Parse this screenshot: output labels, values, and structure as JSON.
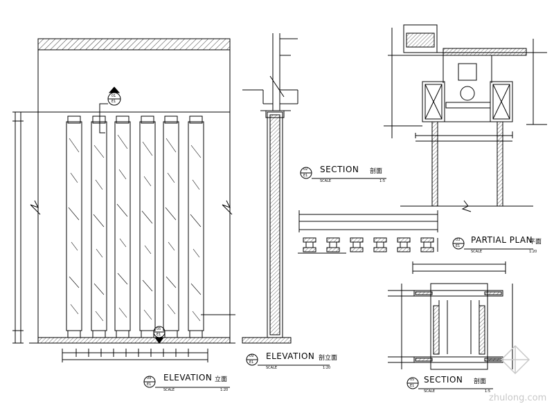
{
  "titles": {
    "elevation_left": {
      "text": "ELEVATION",
      "cn": "立面",
      "ref_top": "09",
      "ref_bot": "E1",
      "scale_word": "SCALE",
      "scale_val": "1:20"
    },
    "elevation_mid": {
      "text": "ELEVATION",
      "cn": "剖立面",
      "ref_top": "09",
      "ref_bot": "E1",
      "scale_word": "SCALE",
      "scale_val": "1:20"
    },
    "section_top": {
      "text": "SECTION",
      "cn": "剖面",
      "ref_top": "02",
      "ref_bot": "E1",
      "scale_word": "SCALE",
      "scale_val": "1:5"
    },
    "partial_plan": {
      "text": "PARTIAL PLAN",
      "cn": "平面",
      "ref_top": "03",
      "ref_bot": "E1",
      "scale_word": "SCALE",
      "scale_val": "1:20"
    },
    "section_bottom": {
      "text": "SECTION",
      "cn": "剖面",
      "ref_top": "05",
      "ref_bot": "E1",
      "scale_word": "SCALE",
      "scale_val": "1:5"
    }
  },
  "markers": {
    "ref_01": "01",
    "ref_05": "05",
    "ref_e1": "E1"
  },
  "watermark": "zhulong.com",
  "colors": {
    "line": "#000000",
    "hatch": "#000000",
    "watermark": "#c8c8c8"
  }
}
